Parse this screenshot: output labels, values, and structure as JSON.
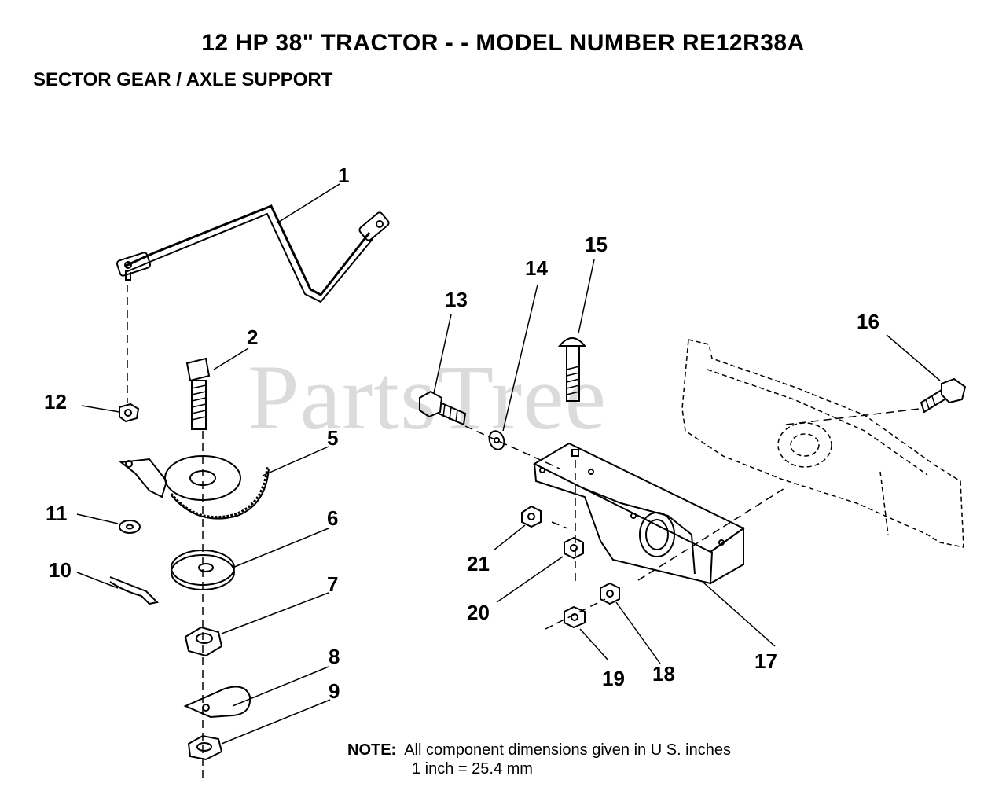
{
  "header": {
    "title": "12 HP 38\" TRACTOR - - MODEL NUMBER RE12R38A",
    "subtitle": "SECTOR GEAR / AXLE SUPPORT"
  },
  "watermark": "PartsTree",
  "callouts": {
    "c1": "1",
    "c2": "2",
    "c5": "5",
    "c6": "6",
    "c7": "7",
    "c8": "8",
    "c9": "9",
    "c10": "10",
    "c11": "11",
    "c12": "12",
    "c13": "13",
    "c14": "14",
    "c15": "15",
    "c16": "16",
    "c17": "17",
    "c18": "18",
    "c19": "19",
    "c20": "20",
    "c21": "21"
  },
  "note": {
    "label": "NOTE:",
    "line1": "All component dimensions given in U S. inches",
    "line2": "1 inch = 25.4 mm"
  }
}
